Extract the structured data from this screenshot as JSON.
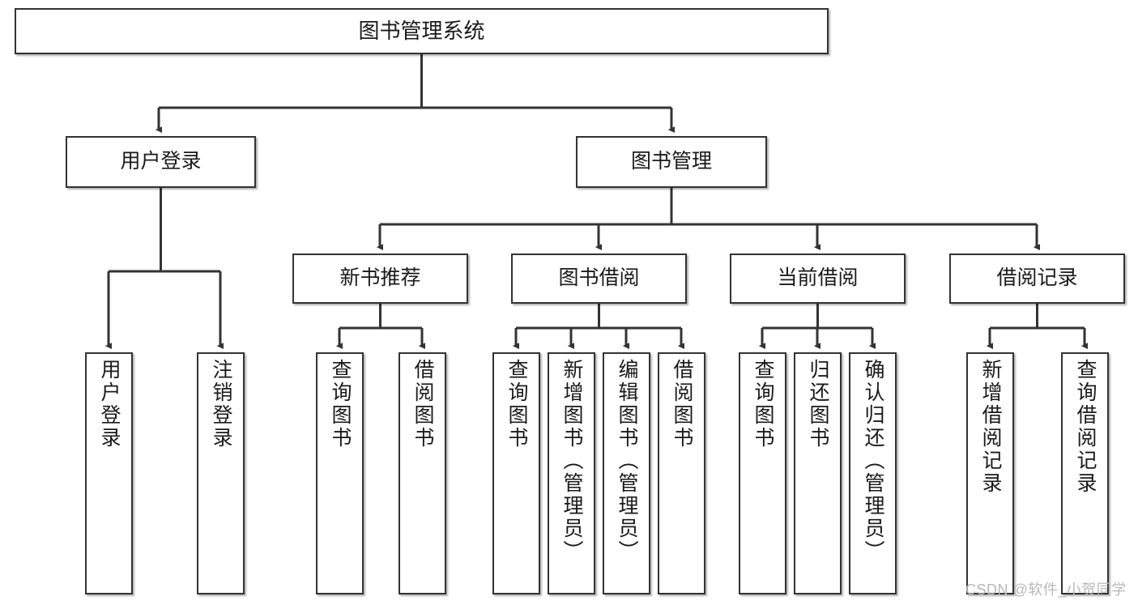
{
  "diagram": {
    "type": "tree-hierarchy",
    "title": "图书管理系统",
    "watermark": "CSDN @软件_小贺同学",
    "colors": {
      "box_border": "#333333",
      "box_fill": "#ffffff",
      "edge": "#333333",
      "text": "#1a1a1a",
      "watermark": "#b8b8b8",
      "background": "#ffffff"
    },
    "nodes": {
      "root": "图书管理系统",
      "level2": {
        "user_login": "用户登录",
        "book_manage": "图书管理"
      },
      "level3": {
        "new_book_rec": "新书推荐",
        "book_borrow": "图书借阅",
        "current_borrow": "当前借阅",
        "borrow_record": "借阅记录"
      },
      "leaves": {
        "login_1": "用户登录",
        "login_2": "注销登录",
        "rec_1": "查询图书",
        "rec_2": "借阅图书",
        "borrow_1": "查询图书",
        "borrow_2": "新增图书（管理员）",
        "borrow_3": "编辑图书（管理员）",
        "borrow_4": "借阅图书",
        "current_1": "查询图书",
        "current_2": "归还图书",
        "current_3": "确认归还（管理员）",
        "record_1": "新增借阅记录",
        "record_2": "查询借阅记录"
      }
    }
  }
}
